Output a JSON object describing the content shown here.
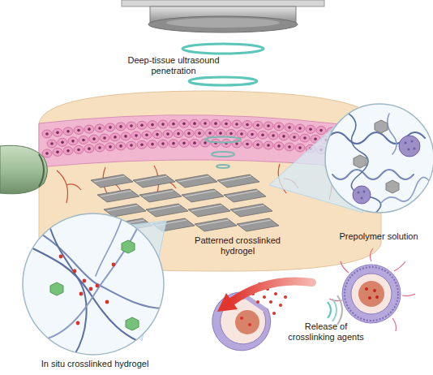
{
  "diagram": {
    "nodes": [
      {
        "text": [
          "Prepolymer solution"
        ]
      },
      {
        "text": [
          "In situ crosslinked hydrogel"
        ]
      }
    ],
    "labels": [
      "Deep-tissue ultrasound penetration",
      "Patterned crosslinked hydrogel",
      "Release of crosslinking agents"
    ]
  }
}
